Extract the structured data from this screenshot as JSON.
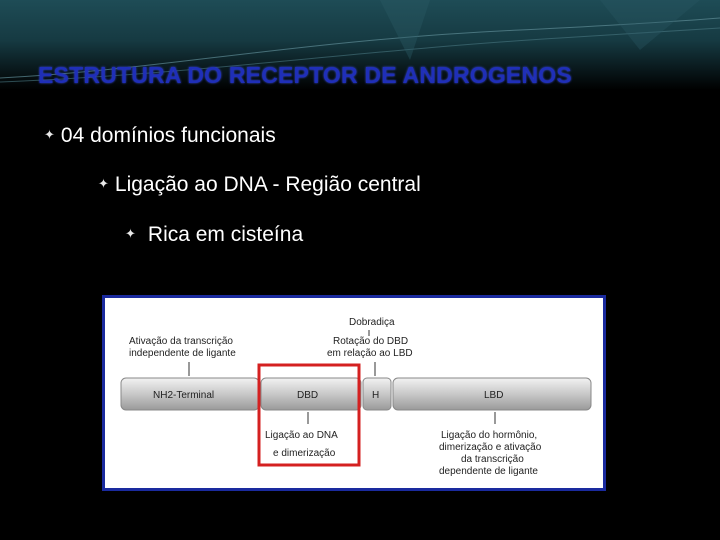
{
  "slide": {
    "title": "ESTRUTURA DO RECEPTOR DE ANDROGENOS",
    "bullets": [
      {
        "level": 1,
        "text": "04 domínios funcionais"
      },
      {
        "level": 2,
        "text": "Ligação ao DNA - Região central"
      },
      {
        "level": 3,
        "text": "Rica em cisteína"
      }
    ]
  },
  "figure": {
    "label_hinge_title": "Dobradiça",
    "label_left_1": "Ativação da transcrição",
    "label_left_2": "independente de ligante",
    "label_center_1": "Rotação do DBD",
    "label_center_2": "em relação ao LBD",
    "domain_nh2": "NH2-Terminal",
    "domain_dbd": "DBD",
    "domain_h": "H",
    "domain_lbd": "LBD",
    "label_dbd_1": "Ligação ao DNA",
    "label_dbd_2": "e dimerização",
    "label_lbd_1": "Ligação do hormônio,",
    "label_lbd_2": "dimerização e ativação",
    "label_lbd_3": "da transcrição",
    "label_lbd_4": "dependente de ligante",
    "highlight_color": "#d42020",
    "frame_color": "#1a2a9e"
  }
}
